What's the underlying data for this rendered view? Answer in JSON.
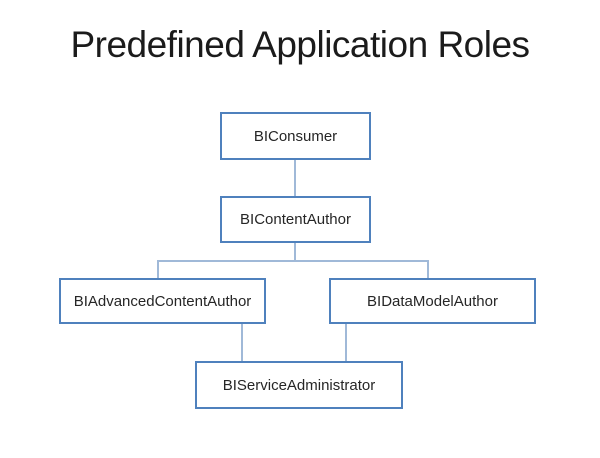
{
  "title": "Predefined Application Roles",
  "diagram": {
    "type": "hierarchy",
    "nodes": [
      {
        "id": "BIConsumer",
        "label": "BIConsumer"
      },
      {
        "id": "BIContentAuthor",
        "label": "BIContentAuthor"
      },
      {
        "id": "BIAdvancedContentAuthor",
        "label": "BIAdvancedContentAuthor"
      },
      {
        "id": "BIDataModelAuthor",
        "label": "BIDataModelAuthor"
      },
      {
        "id": "BIServiceAdministrator",
        "label": "BIServiceAdministrator"
      }
    ],
    "edges": [
      {
        "from": "BIConsumer",
        "to": "BIContentAuthor"
      },
      {
        "from": "BIContentAuthor",
        "to": "BIAdvancedContentAuthor"
      },
      {
        "from": "BIContentAuthor",
        "to": "BIDataModelAuthor"
      },
      {
        "from": "BIAdvancedContentAuthor",
        "to": "BIServiceAdministrator"
      },
      {
        "from": "BIDataModelAuthor",
        "to": "BIServiceAdministrator"
      }
    ]
  },
  "colors": {
    "background": "#ffffff",
    "box_border": "#4f81bd",
    "connector": "#a0b9d8",
    "node_text": "#262626",
    "title_text": "#1b1b1b"
  }
}
